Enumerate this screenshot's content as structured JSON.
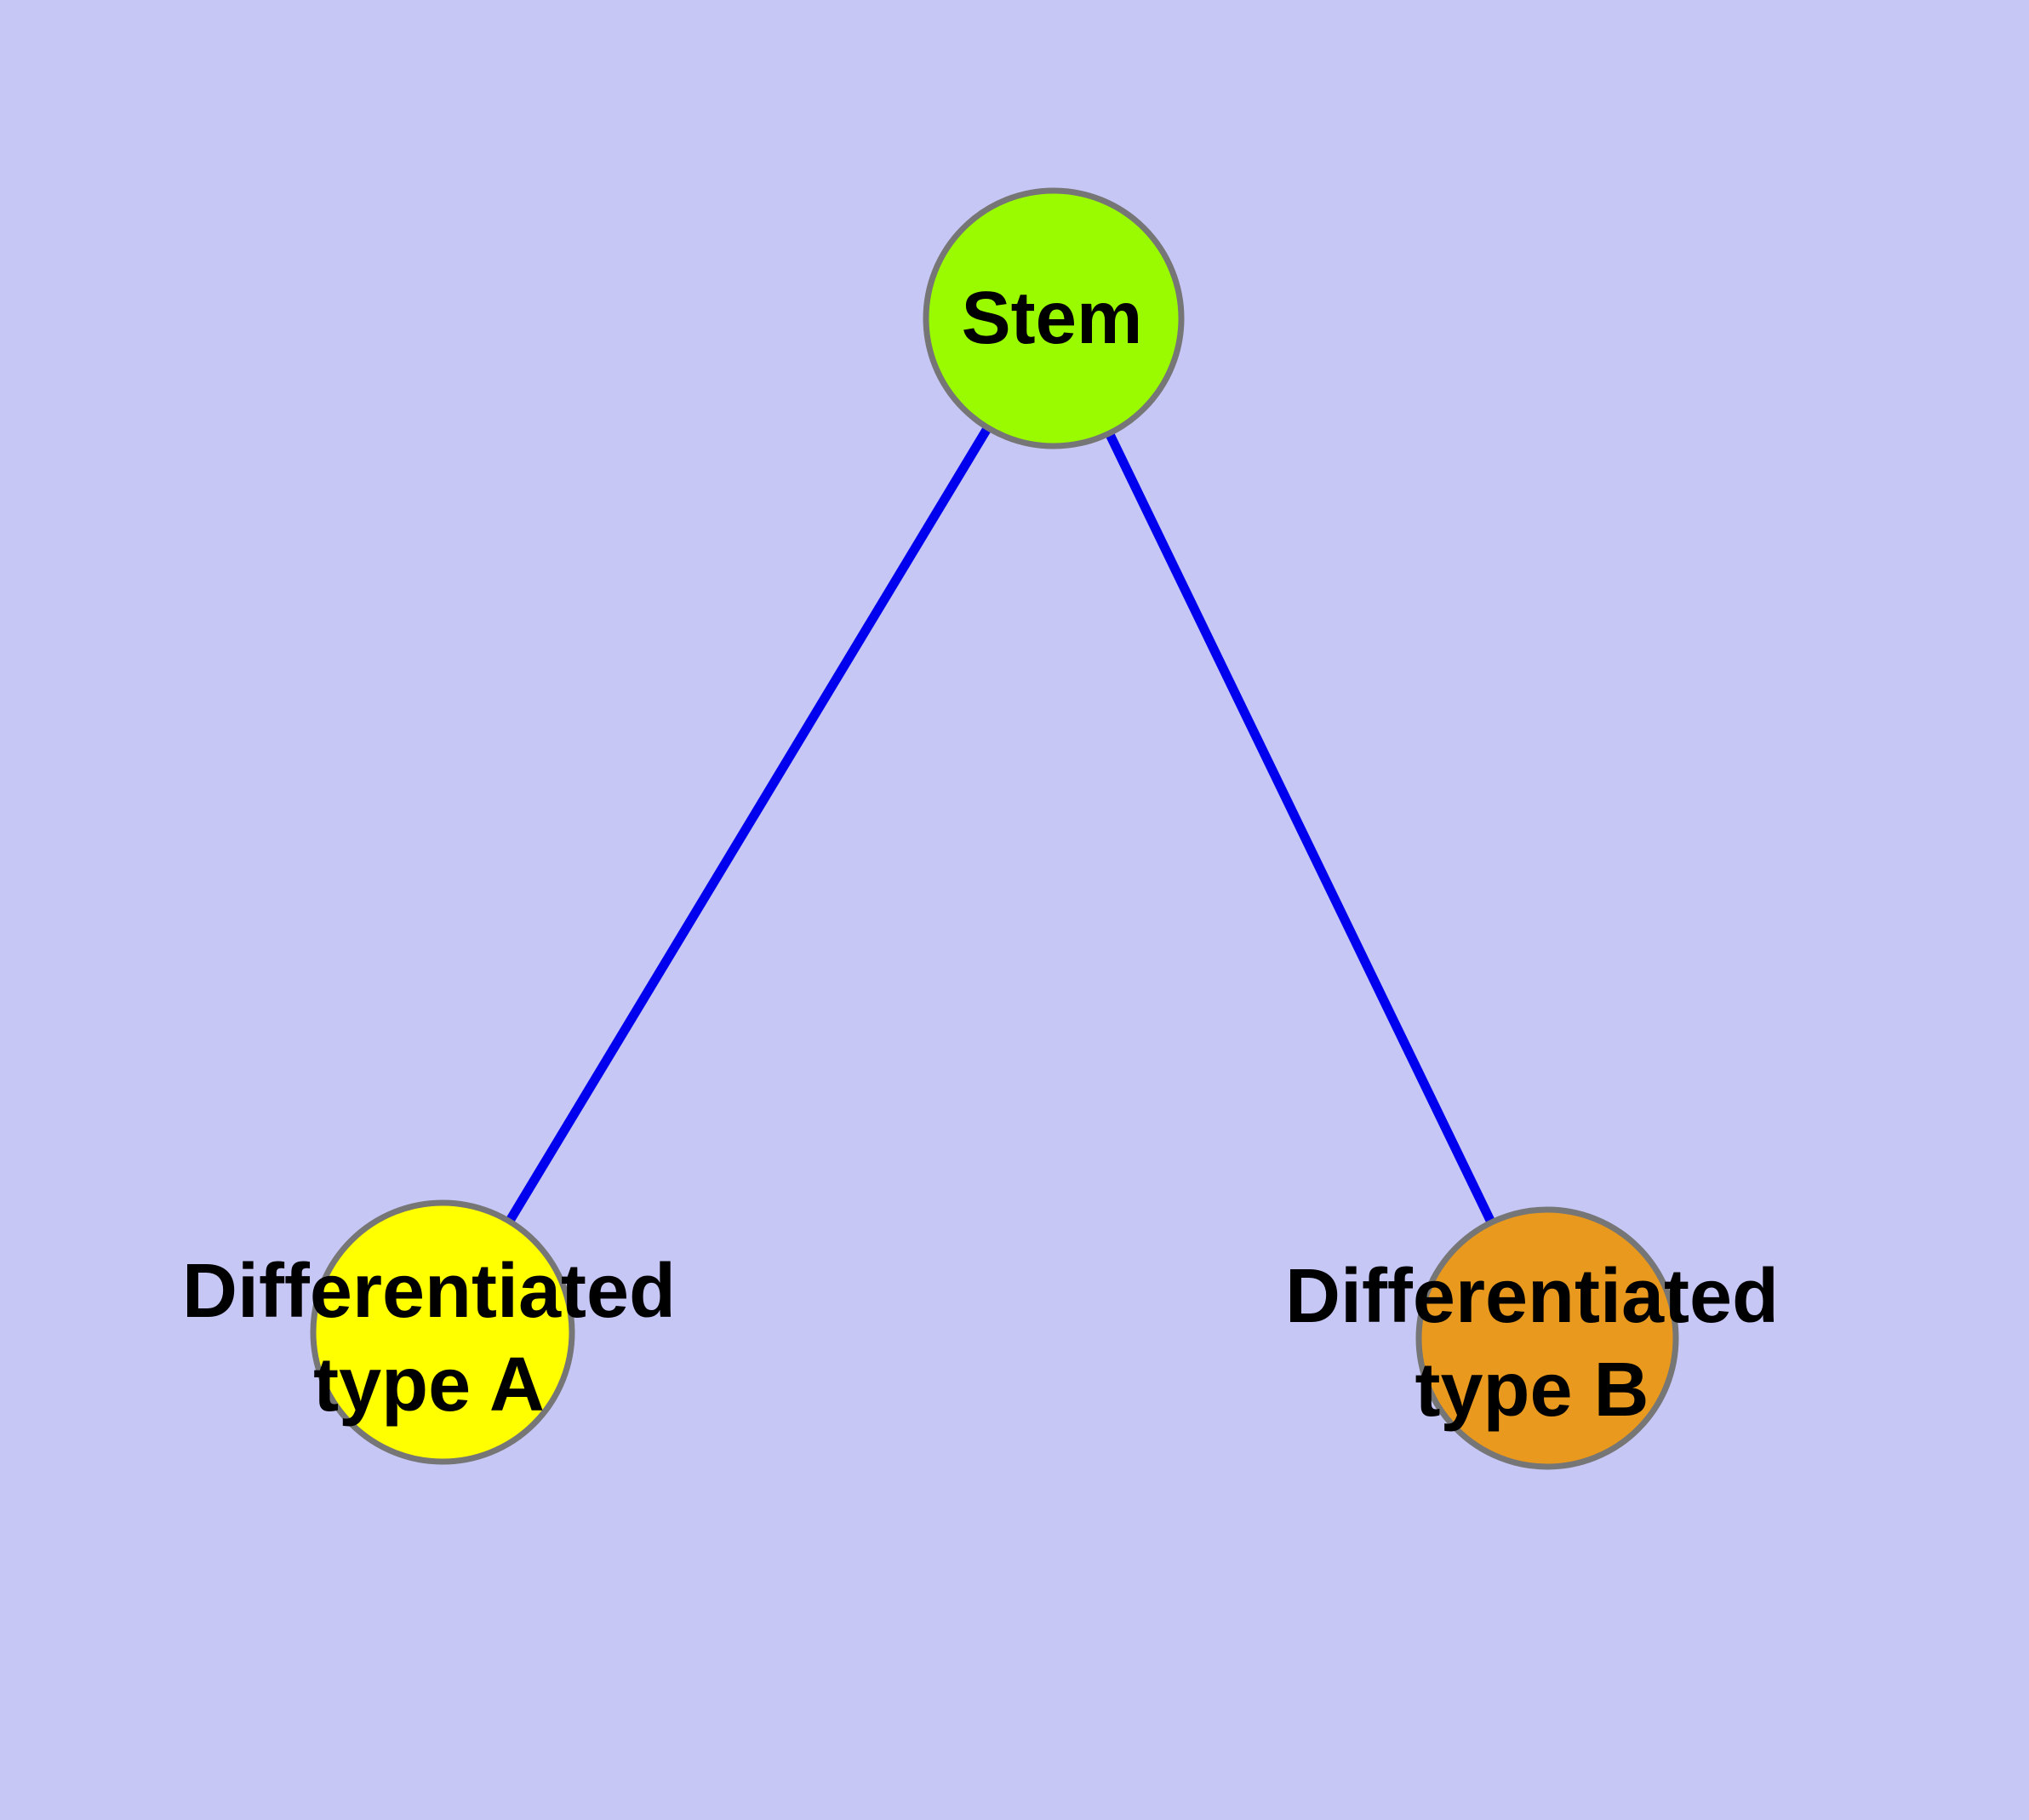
{
  "diagram": {
    "background_color": "#C7C7F6",
    "edge_color": "#0000EE",
    "node_border_color": "#767676",
    "text_color": "#000000",
    "nodes": [
      {
        "id": "stem",
        "label": "Stem",
        "lines": [
          "Stem"
        ],
        "color": "#9AFB00"
      },
      {
        "id": "differentiated-type-a",
        "label": "Differentiated type A",
        "lines": [
          "Differentiated",
          "type A"
        ],
        "color": "#FFFF00"
      },
      {
        "id": "differentiated-type-b",
        "label": "Differentiated type B",
        "lines": [
          "Differentiated",
          "type B"
        ],
        "color": "#E8991E"
      }
    ],
    "edges": [
      {
        "from": "Stem",
        "to": "Differentiated type A"
      },
      {
        "from": "Stem",
        "to": "Differentiated type B"
      }
    ]
  }
}
